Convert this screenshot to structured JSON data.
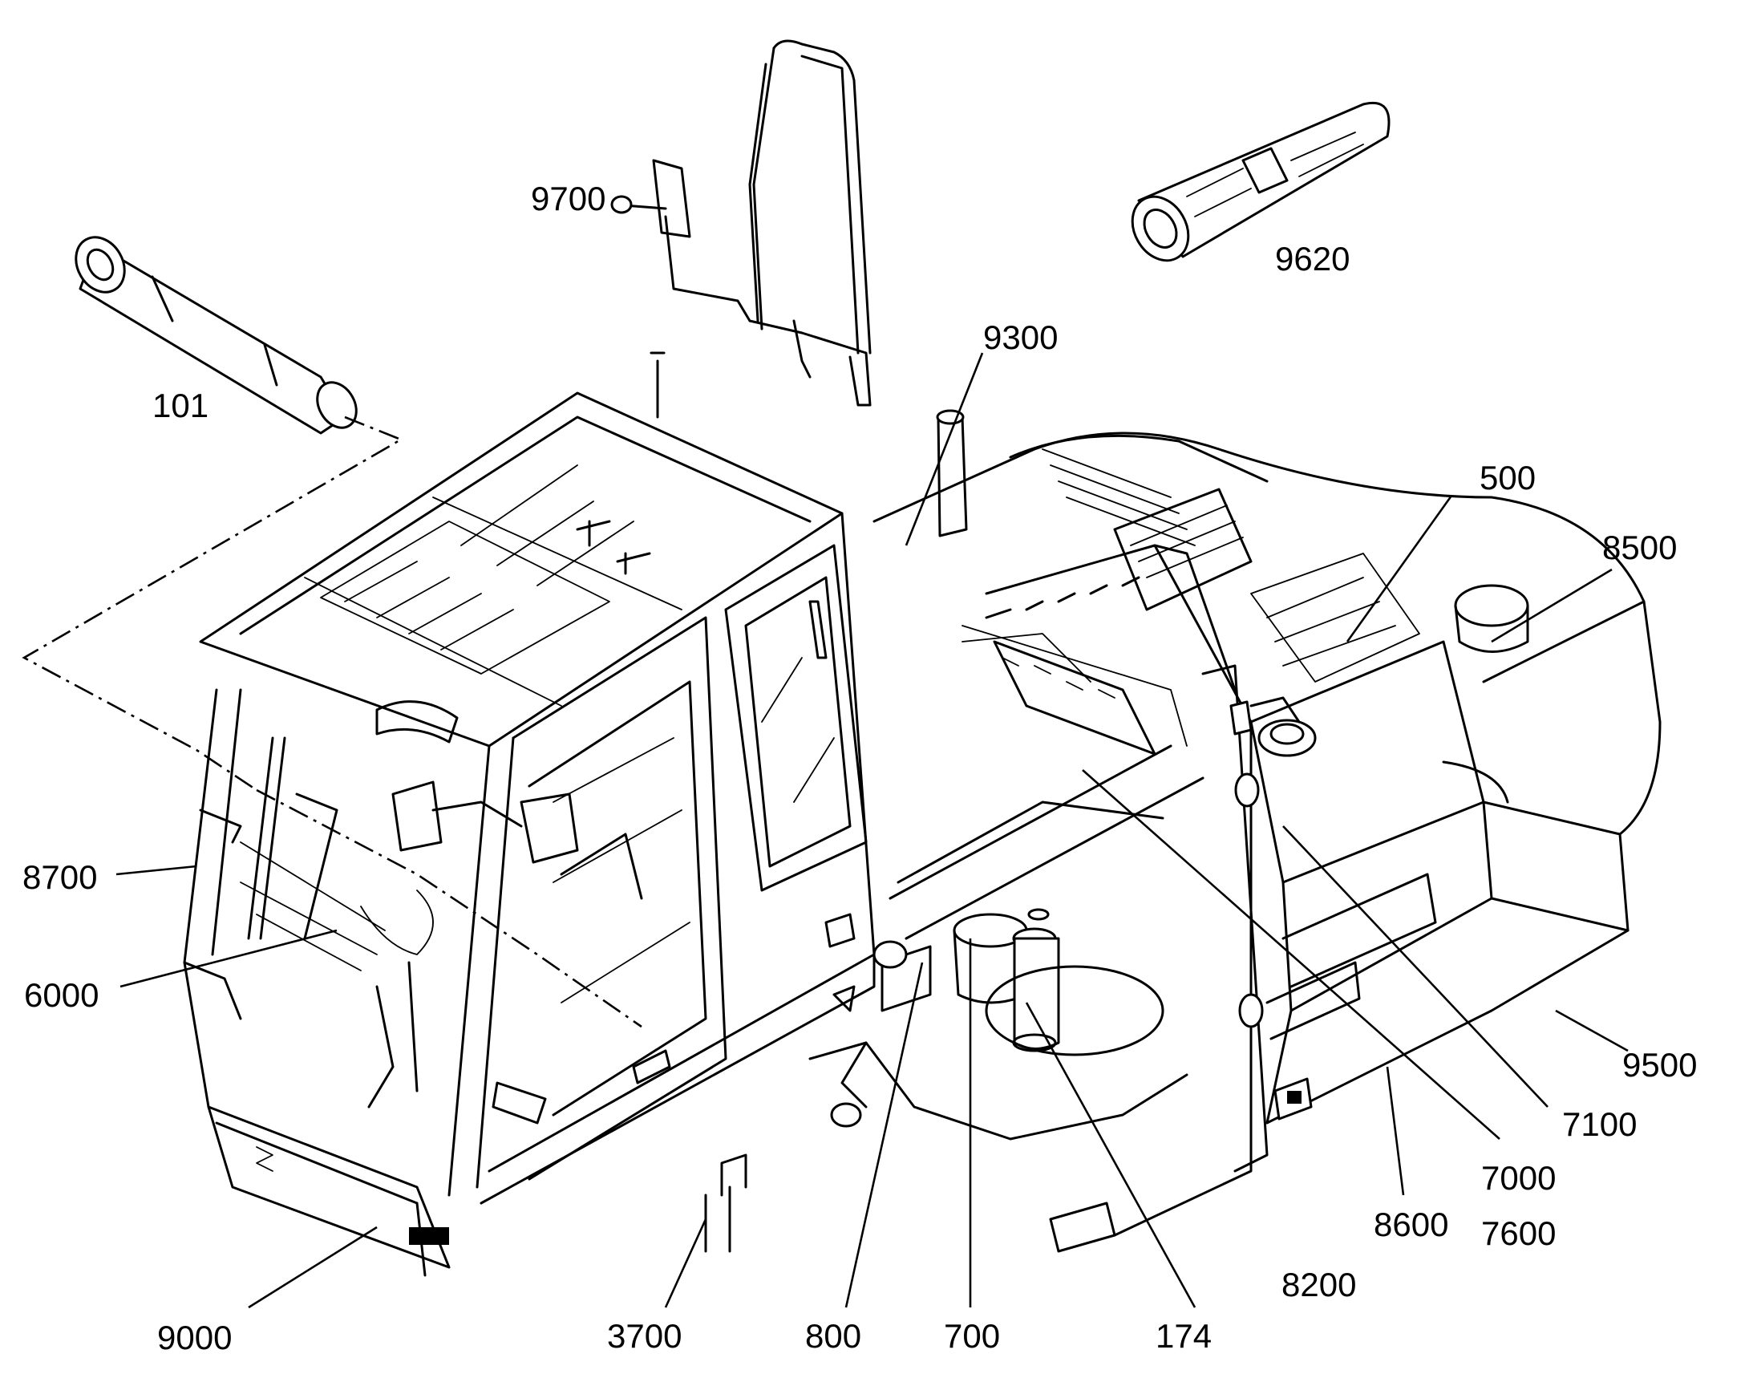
{
  "callouts": {
    "c101": "101",
    "c9700": "9700",
    "c9620": "9620",
    "c9300": "9300",
    "c500": "500",
    "c8500": "8500",
    "c8700": "8700",
    "c6000": "6000",
    "c9500": "9500",
    "c7100": "7100",
    "c7000": "7000",
    "c7600": "7600",
    "c8600": "8600",
    "c8200": "8200",
    "c9000": "9000",
    "c3700": "3700",
    "c800": "800",
    "c700": "700",
    "c174": "174"
  },
  "colors": {
    "line": "#000000",
    "background": "#ffffff"
  }
}
